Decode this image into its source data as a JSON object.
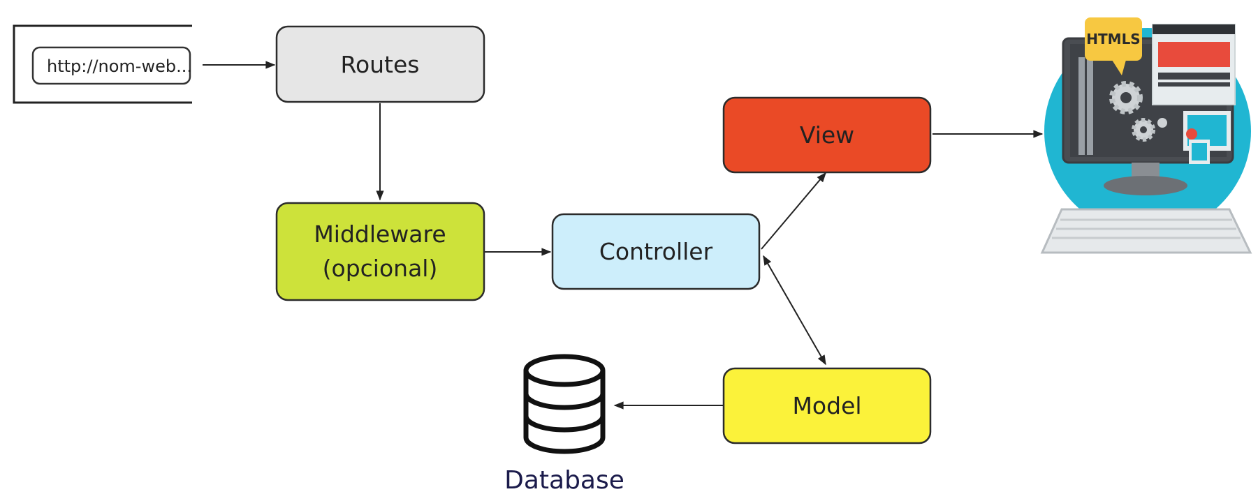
{
  "url_bar": {
    "text": "http://nom-web..."
  },
  "nodes": {
    "routes": {
      "label": "Routes",
      "fill": "#e6e6e6"
    },
    "middleware": {
      "line1": "Middleware",
      "line2": "(opcional)",
      "fill": "#cde23a"
    },
    "controller": {
      "label": "Controller",
      "fill": "#cdeefb"
    },
    "view": {
      "label": "View",
      "fill": "#ea4a26"
    },
    "model": {
      "label": "Model",
      "fill": "#fbf23a"
    }
  },
  "database": {
    "label": "Database",
    "label_color": "#1b1b4b"
  },
  "computer_illustration": {
    "badge_text": "HTMLS",
    "circle_color": "#20b6d2",
    "badge_color": "#f7c841"
  },
  "colors": {
    "stroke": "#2b2b2b"
  }
}
